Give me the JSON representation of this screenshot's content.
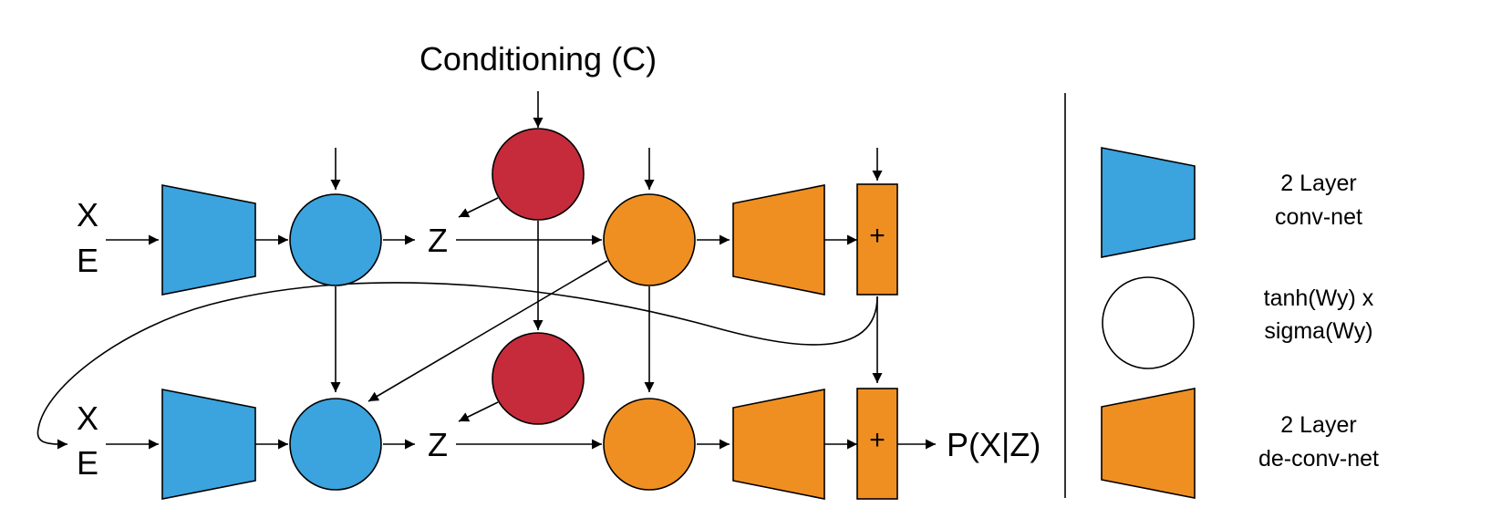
{
  "title": "Conditioning (C)",
  "colors": {
    "conv_blue": "#3ba3dd",
    "deconv_orange": "#ef8f22",
    "conditioning_red": "#c62b3b",
    "gate_white": "#ffffff"
  },
  "rows": [
    {
      "input_x": "X",
      "input_e": "E",
      "latent": "Z",
      "sum_symbol": "+"
    },
    {
      "input_x": "X",
      "input_e": "E",
      "latent": "Z",
      "sum_symbol": "+",
      "output": "P(X|Z)"
    }
  ],
  "legend": {
    "items": [
      {
        "shape": "trapezoid-blue",
        "line1": "2 Layer",
        "line2": "conv-net"
      },
      {
        "shape": "circle-white",
        "line1": "tanh(Wy) x",
        "line2": "sigma(Wy)"
      },
      {
        "shape": "trapezoid-orange",
        "line1": "2 Layer",
        "line2": "de-conv-net"
      }
    ]
  }
}
